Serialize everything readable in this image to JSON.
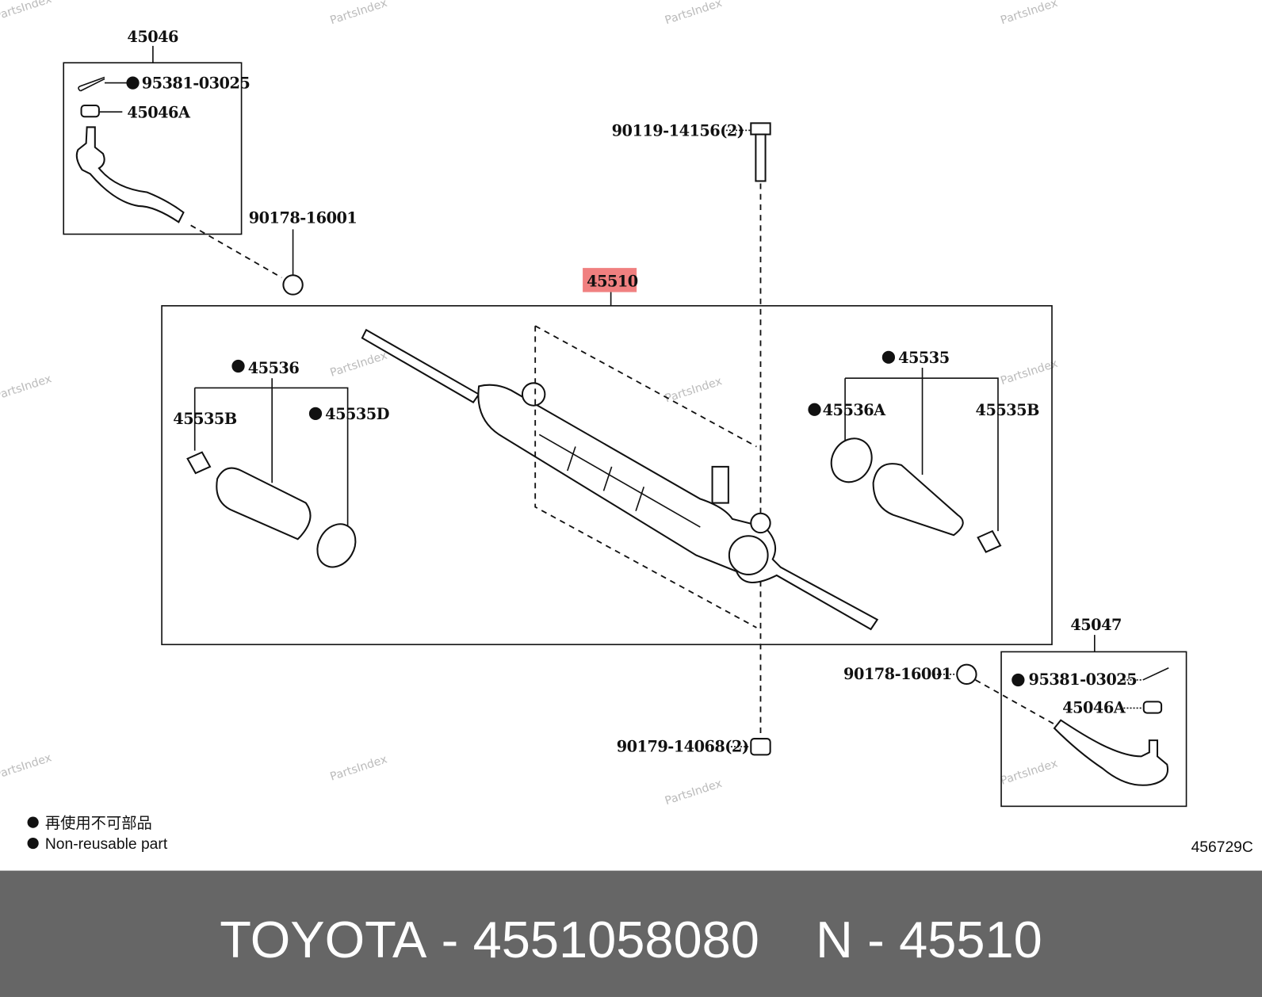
{
  "watermark": "PartsIndex",
  "highlight_color": "#f08080",
  "footer_bg": "#666666",
  "labels": {
    "tie_rod_end_lh": "45046",
    "cotter_pin_1": "95381-03025",
    "nut_1": "45046A",
    "lock_nut_1": "90178-16001",
    "bolt": "90119-14156(2)",
    "rack_assembly": "45510",
    "boot_kit_lh": "45536",
    "clamp_lh": "45535B",
    "clip_lh": "45535D",
    "boot_kit_rh": "45535",
    "clip_rh": "45536A",
    "clamp_rh": "45535B",
    "tie_rod_end_rh": "45047",
    "lock_nut_2": "90178-16001",
    "cotter_pin_2": "95381-03025",
    "nut_2": "45046A",
    "nut_bottom": "90179-14068(2)"
  },
  "legend": {
    "japanese": "再使用不可部品",
    "english": "Non-reusable part"
  },
  "diagram_code": "456729C",
  "footer": {
    "brand": "TOYOTA",
    "part_number": "4551058080",
    "ref_prefix": "N",
    "ref_number": "45510"
  }
}
